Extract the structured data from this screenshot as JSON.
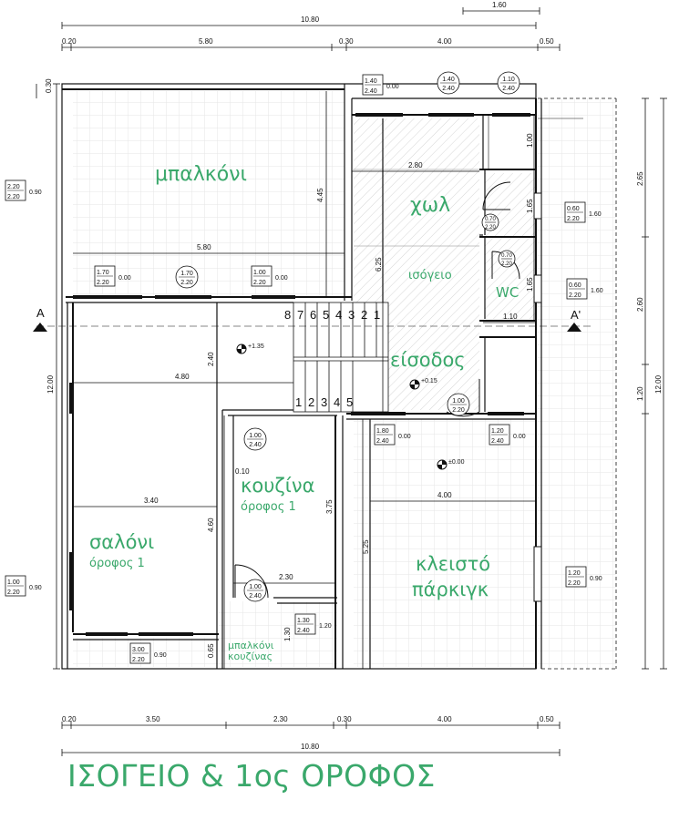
{
  "title": "ΙΣΟΓΕΙΟ & 1ος ΟΡΟΦΟΣ",
  "colors": {
    "room_label": "#3aa86b",
    "line": "#111111",
    "hatch": "#cfcfcf",
    "tile": "#e6e6e6"
  },
  "rooms": {
    "balcony": "μπαλκόνι",
    "hall": "χωλ",
    "ground": "ισόγειο",
    "wc": "WC",
    "entrance": "είσοδος",
    "kitchen": "κουζίνα",
    "kitchen_floor": "όροφος 1",
    "living": "σαλόνι",
    "living_floor": "όροφος 1",
    "parking_1": "κλειστό",
    "parking_2": "πάρκιγκ",
    "kitchen_balcony_1": "μπαλκόνι",
    "kitchen_balcony_2": "κουζίνας"
  },
  "dims": {
    "top_total": "10.80",
    "top_right": "1.60",
    "top_a": "0.20",
    "top_b": "5.80",
    "top_c": "0.30",
    "top_d": "4.00",
    "top_e": "0.50",
    "left_top": "0.30",
    "balcony_h": "4.45",
    "balcony_w": "5.80",
    "hall_w": "2.80",
    "stair_h": "6.25",
    "wc_top": "1.00",
    "wc_a": "1.65",
    "wc_b": "1.65",
    "wc_w": "1.10",
    "right_a": "2.65",
    "right_b": "2.60",
    "right_c": "1.20",
    "right_total": "12.00",
    "left_total": "12.00",
    "living_upper_h": "2.40",
    "living_upper_w": "4.80",
    "living_w": "3.40",
    "living_h": "4.60",
    "kitchen_wall": "0.10",
    "kitchen_h": "3.75",
    "kitchen_w": "2.30",
    "kb_h": "1.30",
    "kb_b": "0.65",
    "parking_w": "4.00",
    "parking_h": "5.25",
    "bot_total": "10.80",
    "bot_a": "0.20",
    "bot_b": "3.50",
    "bot_c": "2.30",
    "bot_d": "0.30",
    "bot_e": "4.00",
    "bot_f": "0.50"
  },
  "levels": {
    "upper": "+1.35",
    "entrance": "+0.15",
    "parking": "±0.00"
  },
  "sections": {
    "left": "A",
    "right": "A'"
  },
  "stairs": {
    "top": [
      "8",
      "7",
      "6",
      "5",
      "4",
      "3",
      "2",
      "1"
    ],
    "bottom": [
      "1",
      "2",
      "3",
      "4",
      "5"
    ]
  },
  "openings": {
    "w1": {
      "w": "1.40",
      "h": "2.40",
      "s": "0.00"
    },
    "d1": {
      "w": "1.40",
      "h": "2.40"
    },
    "d2": {
      "w": "1.10",
      "h": "2.40"
    },
    "w2": {
      "w": "2.20",
      "h": "2.20",
      "s": "0.90"
    },
    "w3": {
      "w": "1.70",
      "h": "2.20",
      "s": "0.00"
    },
    "d3": {
      "w": "1.70",
      "h": "2.20"
    },
    "w4": {
      "w": "1.00",
      "h": "2.20",
      "s": "0.00"
    },
    "w5": {
      "w": "0.60",
      "h": "2.20",
      "s": "1.60"
    },
    "d4": {
      "w": "0.70",
      "h": "2.20"
    },
    "d5": {
      "w": "0.70",
      "h": "2.20"
    },
    "w6": {
      "w": "0.60",
      "h": "2.20",
      "s": "1.60"
    },
    "d6": {
      "w": "1.00",
      "h": "2.20"
    },
    "w7": {
      "w": "1.80",
      "h": "2.40",
      "s": "0.00"
    },
    "w8": {
      "w": "1.20",
      "h": "2.40",
      "s": "0.00"
    },
    "d7": {
      "w": "1.00",
      "h": "2.40"
    },
    "w9": {
      "w": "1.20",
      "h": "2.20",
      "s": "0.90"
    },
    "w10": {
      "w": "1.00",
      "h": "2.20",
      "s": "0.90"
    },
    "d8": {
      "w": "1.00",
      "h": "2.40"
    },
    "w11": {
      "w": "1.30",
      "h": "2.40",
      "s": "1.20"
    },
    "w12": {
      "w": "3.00",
      "h": "2.20",
      "s": "0.90"
    }
  }
}
